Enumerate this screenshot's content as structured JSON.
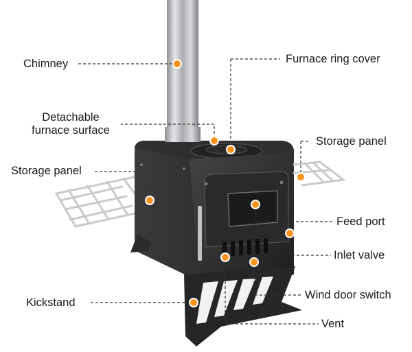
{
  "labels": {
    "chimney": "Chimney",
    "furnace_ring_cover": "Furnace ring cover",
    "detachable_line1": "Detachable",
    "detachable_line2": "furnace surface",
    "storage_panel_right": "Storage panel",
    "storage_panel_left": "Storage panel",
    "feed_port": "Feed port",
    "inlet_valve": "Inlet valve",
    "wind_door_switch": "Wind door switch",
    "kickstand": "Kickstand",
    "vent": "Vent"
  },
  "colors": {
    "marker": "#f7941d",
    "leader_line": "#333333",
    "stove_body": "#2b2b2d",
    "stove_dark": "#1a1a1c",
    "chimney_metal": "#b9bbbe",
    "rack_metal": "#c8cacc"
  }
}
